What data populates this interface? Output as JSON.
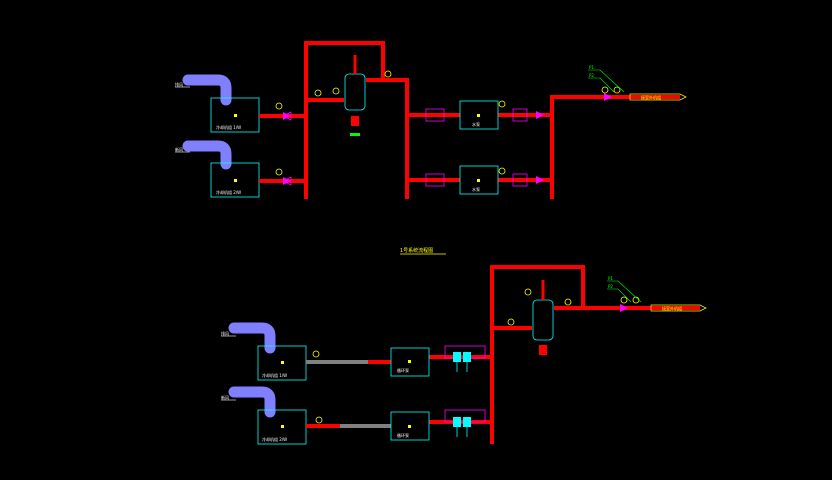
{
  "colors": {
    "background": "#000000",
    "pipe": "#ff0000",
    "equipment_outline": "#00ffff",
    "duct": "#8080ff",
    "valve": "#ff00ff",
    "gauge": "#ffff00",
    "annotation": "#00ff00",
    "inactive_pipe": "#808080",
    "text": "#ffffff"
  },
  "diagram": {
    "upper_system": {
      "duct_labels": [
        "排风",
        "新风"
      ],
      "unit_labels": [
        "冷却机组 1/W",
        "冷却机组 2/W"
      ],
      "pump_labels": [
        "水泵",
        "水泵"
      ],
      "outlet_label": "接室外机组",
      "tag_labels": [
        "P1",
        "P2"
      ]
    },
    "section_title": "1号系统流程图",
    "lower_system": {
      "duct_labels": [
        "排风",
        "新风"
      ],
      "unit_labels": [
        "冷却机组 1/W",
        "冷却机组 2/W"
      ],
      "pump_labels": [
        "循环泵",
        "循环泵"
      ],
      "outlet_label": "接室外机组",
      "tag_labels": [
        "P1",
        "P2"
      ]
    }
  }
}
